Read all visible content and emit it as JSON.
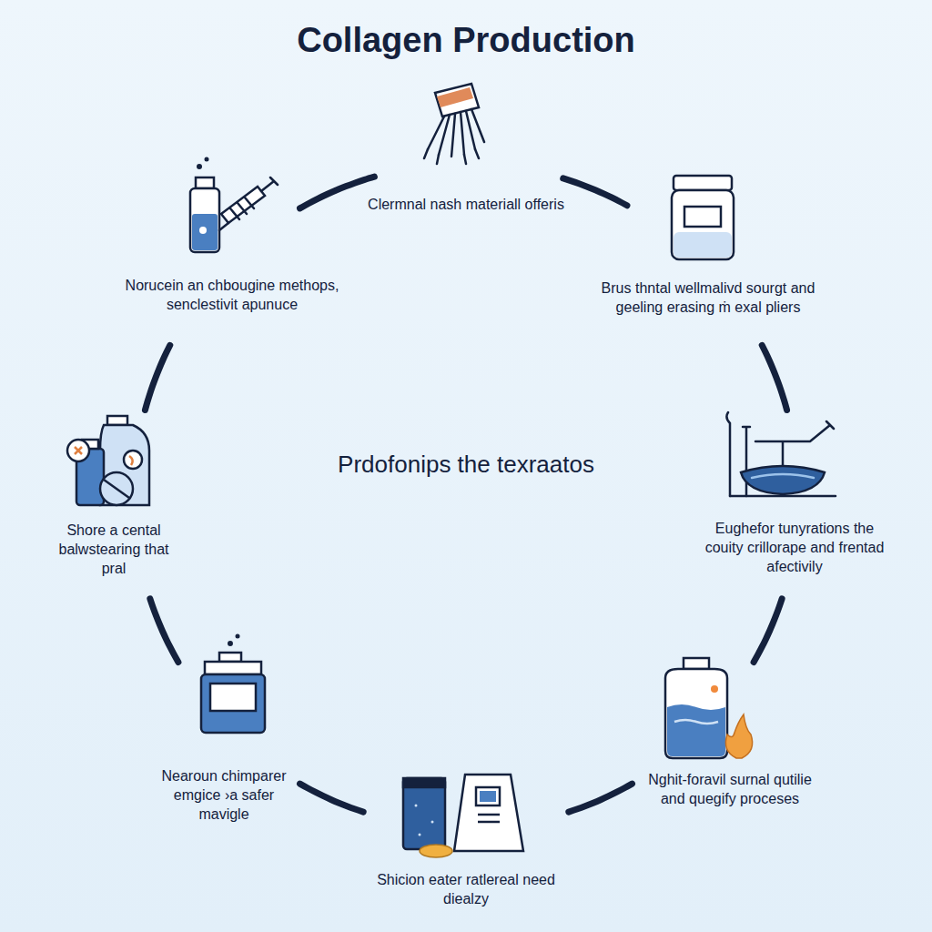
{
  "diagram": {
    "title": "Collagen Production",
    "labels": [
      "Clermnal nash materiall offeris",
      "Brus thntal wellmalivd sourgt and geeling erasing ṁ exal pliers",
      "Eughefor tunyrations the couity crillorape and frentad afectivily",
      "Nghit-foravil surnal qutilie and quegify proceses",
      "Shicion eater ratlereal need diealzy",
      "Nearoun chimparer emgice ›a safer mavigle",
      "Shore a cental balwstearing that pral",
      "Norucein an chbougine methops, senclestivit apunuce",
      "Prdofonips the texraatos"
    ]
  }
}
